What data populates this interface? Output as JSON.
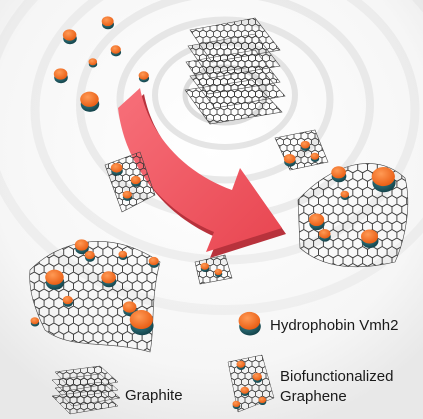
{
  "figure": {
    "legend": {
      "protein_label": "Hydrophobin Vmh2",
      "graphite_label": "Graphite",
      "product_label_line1": "Biofunctionalized",
      "product_label_line2": "Graphene"
    },
    "colors": {
      "background": "#ffffff",
      "ripple": "#c9c9c9",
      "arrow": "#f0505a",
      "arrow_shadow": "#b8323c",
      "protein_cap": "#f26a1e",
      "protein_base": "#1d5a63",
      "lattice": "#333333"
    }
  }
}
